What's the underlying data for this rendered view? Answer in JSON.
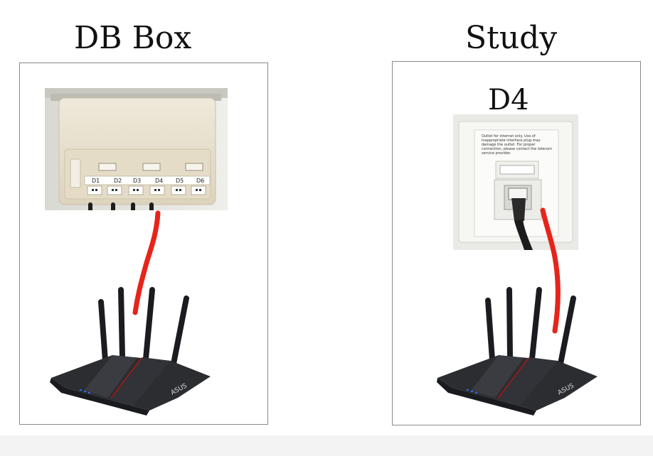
{
  "left": {
    "title": "DB Box",
    "port_labels": [
      "D1",
      "D2",
      "D3",
      "D4",
      "D5",
      "D6"
    ],
    "router_brand": "ASUS"
  },
  "right": {
    "title": "Study",
    "sub_label": "D4",
    "outlet_text": "Outlet for internet only. Use of inappropriate interface plug may damage the outlet. For proper connection, please contact the telecom service provider.",
    "router_brand": "ASUS"
  },
  "colors": {
    "cable": "#e8231a",
    "panel_border": "#8a8a8a",
    "router_body": "#2b2d31",
    "db_box": "#e6dfcc"
  },
  "icons": [
    "distribution-box-photo",
    "wall-outlet-photo",
    "wifi-router-icon",
    "ethernet-cable-icon"
  ]
}
